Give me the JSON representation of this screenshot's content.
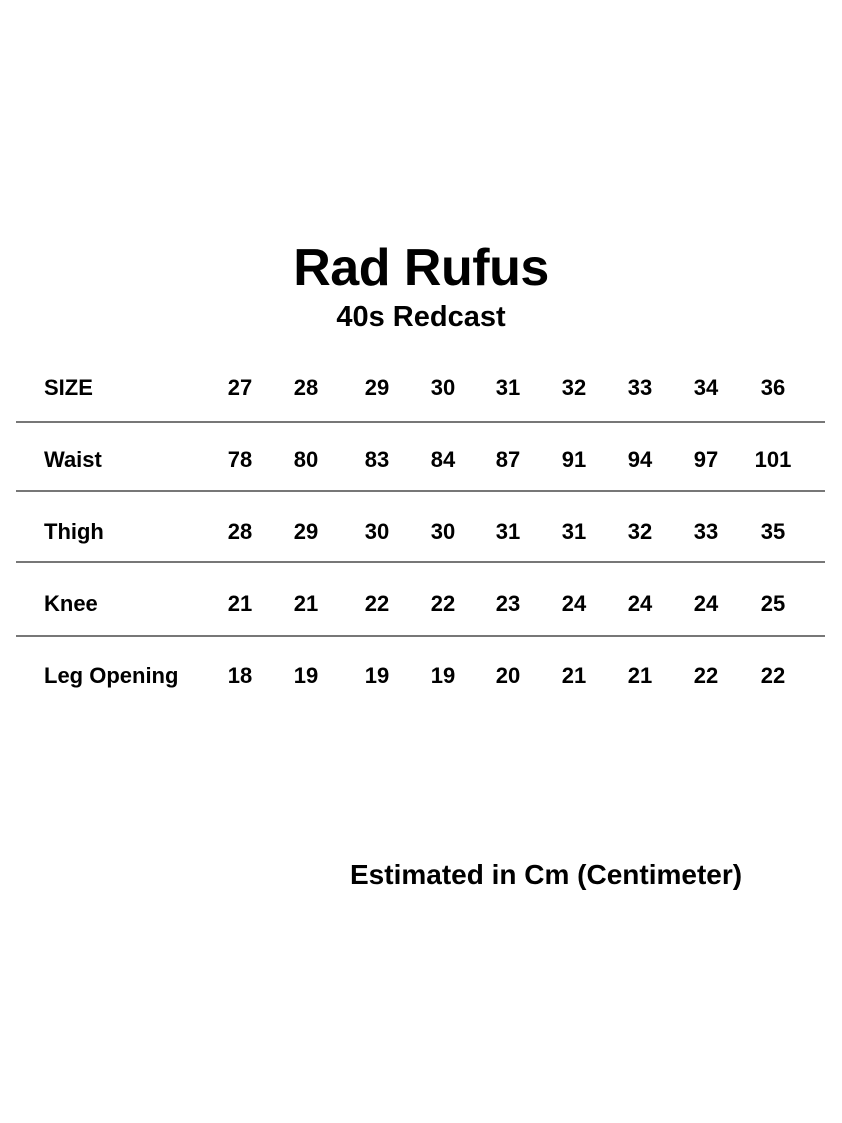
{
  "header": {
    "title": "Rad Rufus",
    "subtitle": "40s Redcast"
  },
  "table": {
    "header_label": "SIZE",
    "sizes": [
      "27",
      "28",
      "29",
      "30",
      "31",
      "32",
      "33",
      "34",
      "36"
    ],
    "rows": [
      {
        "label": "Waist",
        "values": [
          "78",
          "80",
          "83",
          "84",
          "87",
          "91",
          "94",
          "97",
          "101"
        ]
      },
      {
        "label": "Thigh",
        "values": [
          "28",
          "29",
          "30",
          "30",
          "31",
          "31",
          "32",
          "33",
          "35"
        ]
      },
      {
        "label": "Knee",
        "values": [
          "21",
          "21",
          "22",
          "22",
          "23",
          "24",
          "24",
          "24",
          "25"
        ]
      },
      {
        "label": "Leg Opening",
        "values": [
          "18",
          "19",
          "19",
          "19",
          "20",
          "21",
          "21",
          "22",
          "22"
        ]
      }
    ]
  },
  "footnote": "Estimated in Cm (Centimeter)",
  "colors": {
    "text": "#000000",
    "divider": "#777777",
    "background": "#ffffff"
  }
}
